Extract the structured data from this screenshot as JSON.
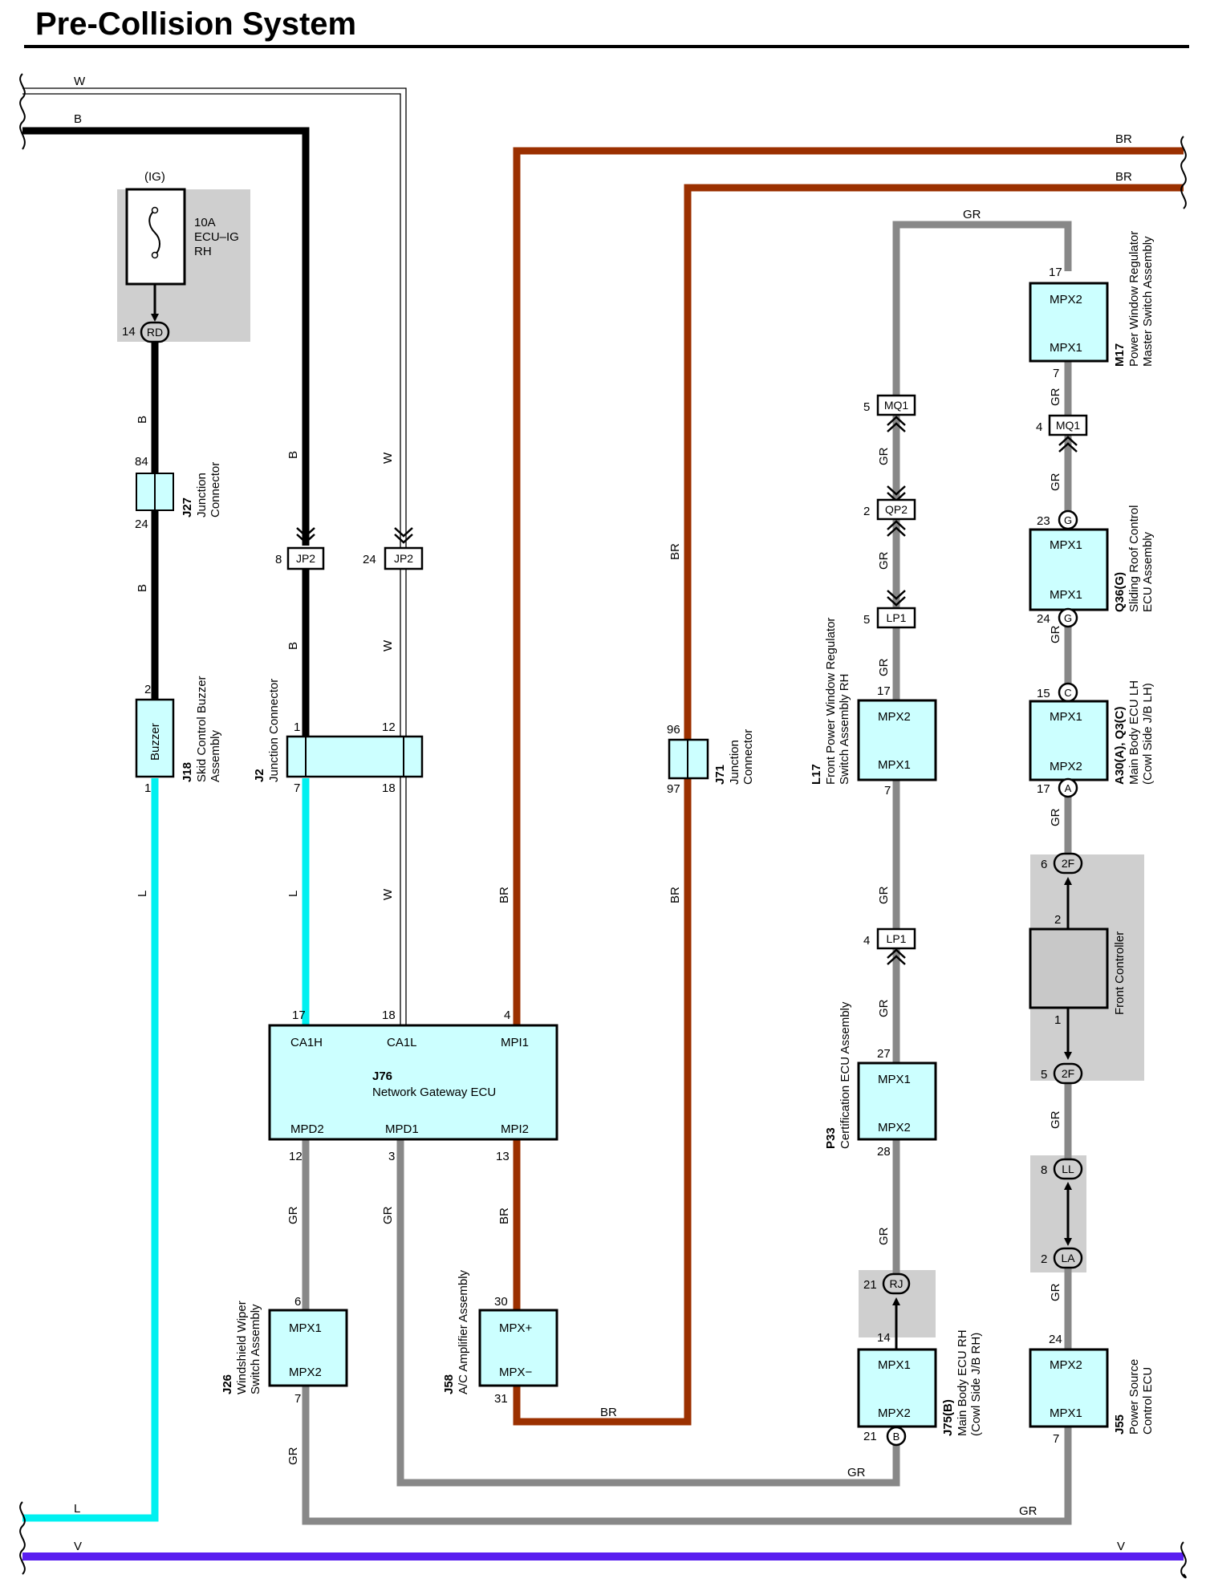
{
  "title": "Pre-Collision System",
  "wires": {
    "w": "W",
    "b": "B",
    "br": "BR",
    "gr": "GR",
    "l": "L",
    "v": "V"
  },
  "fuse": {
    "supply": "(IG)",
    "name_lines": [
      "10A",
      "ECU–IG",
      "RH"
    ],
    "pin": "14",
    "connector": "RD"
  },
  "j27": {
    "code": "J27",
    "name_lines": [
      "Junction",
      "Connector"
    ],
    "pin_top": "84",
    "pin_bottom": "24"
  },
  "j18": {
    "code": "J18",
    "name_lines": [
      "Skid Control Buzzer",
      "Assembly"
    ],
    "label": "Buzzer",
    "pin_top": "2",
    "pin_bottom": "1"
  },
  "jp2": {
    "name": "JP2",
    "pin_left": "8",
    "pin_right": "24"
  },
  "j2": {
    "code": "J2",
    "name_lines": [
      "Junction Connector"
    ],
    "pins": [
      "1",
      "12",
      "7",
      "18"
    ]
  },
  "j76": {
    "code": "J76",
    "name": "Network Gateway ECU",
    "pins_top": [
      "17",
      "18",
      "4"
    ],
    "ports_top": [
      "CA1H",
      "CA1L",
      "MPI1"
    ],
    "pins_bottom": [
      "12",
      "3",
      "13"
    ],
    "ports_bottom": [
      "MPD2",
      "MPD1",
      "MPI2"
    ]
  },
  "j26": {
    "code": "J26",
    "name_lines": [
      "Windshield Wiper",
      "Switch Assembly"
    ],
    "ports": [
      "MPX1",
      "MPX2"
    ],
    "pin_top": "6",
    "pin_bottom": "7"
  },
  "j58": {
    "code": "J58",
    "name_lines": [
      "A/C Amplifier Assembly"
    ],
    "ports": [
      "MPX+",
      "MPX−"
    ],
    "pin_top": "30",
    "pin_bottom": "31"
  },
  "j71": {
    "code": "J71",
    "name_lines": [
      "Junction",
      "Connector"
    ],
    "pin_top": "96",
    "pin_bottom": "97"
  },
  "mq1_left": {
    "name": "MQ1",
    "pin": "5"
  },
  "qp2": {
    "name": "QP2",
    "pin": "2"
  },
  "lp1_top": {
    "name": "LP1",
    "pin": "5"
  },
  "l17": {
    "code": "L17",
    "name_lines": [
      "Front Power Window Regulator",
      "Switch Assembly RH"
    ],
    "ports": [
      "MPX2",
      "MPX1"
    ],
    "pin_top": "17",
    "pin_bottom": "7"
  },
  "lp1_bottom": {
    "name": "LP1",
    "pin": "4"
  },
  "p33": {
    "code": "P33",
    "name_lines": [
      "Certification ECU Assembly"
    ],
    "ports": [
      "MPX1",
      "MPX2"
    ],
    "pin_top": "27",
    "pin_bottom": "28"
  },
  "rj": {
    "name": "RJ",
    "pin": "21",
    "inner_pin": "14"
  },
  "j75": {
    "code": "J75(B)",
    "name_lines": [
      "Main Body ECU RH",
      "(Cowl Side J/B RH)"
    ],
    "ports": [
      "MPX1",
      "MPX2"
    ],
    "pin_bottom": "21",
    "tag": "B"
  },
  "m17": {
    "code": "M17",
    "name_lines": [
      "Power Window Regulator",
      "Master Switch Assembly"
    ],
    "ports": [
      "MPX2",
      "MPX1"
    ],
    "pin_top": "17",
    "pin_bottom": "7"
  },
  "mq1_right": {
    "name": "MQ1",
    "pin": "4"
  },
  "q36": {
    "code": "Q36(G)",
    "name_lines": [
      "Sliding Roof Control",
      "ECU Assembly"
    ],
    "ports": [
      "MPX1",
      "MPX1"
    ],
    "pin_top": "23",
    "pin_bottom": "24",
    "tag": "G"
  },
  "a30": {
    "code": "A30(A), Q3(C)",
    "name_lines": [
      "Main Body ECU LH",
      "(Cowl Side J/B LH)"
    ],
    "ports": [
      "MPX1",
      "MPX2"
    ],
    "pin_top": "15",
    "tag_top": "C",
    "pin_bottom": "17",
    "tag_bottom": "A"
  },
  "front_controller": {
    "name": "Front Controller",
    "connector": "2F",
    "pin_top_outer": "6",
    "pin_top_inner": "2",
    "pin_bottom_inner": "1",
    "pin_bottom_outer": "5"
  },
  "ll": {
    "name": "LL",
    "pin": "8"
  },
  "la": {
    "name": "LA",
    "pin": "2"
  },
  "j55": {
    "code": "J55",
    "name_lines": [
      "Power Source",
      "Control ECU"
    ],
    "ports": [
      "MPX2",
      "MPX1"
    ],
    "pin_top": "24",
    "pin_bottom": "7"
  },
  "colors": {
    "black": "#000000",
    "br": "#9b3000",
    "gr": "#888888",
    "l": "#00f0f0",
    "v": "#5a1ff0",
    "box": "#ccffff",
    "shade": "#cfcfcf",
    "fc": "#c8c8c8"
  }
}
